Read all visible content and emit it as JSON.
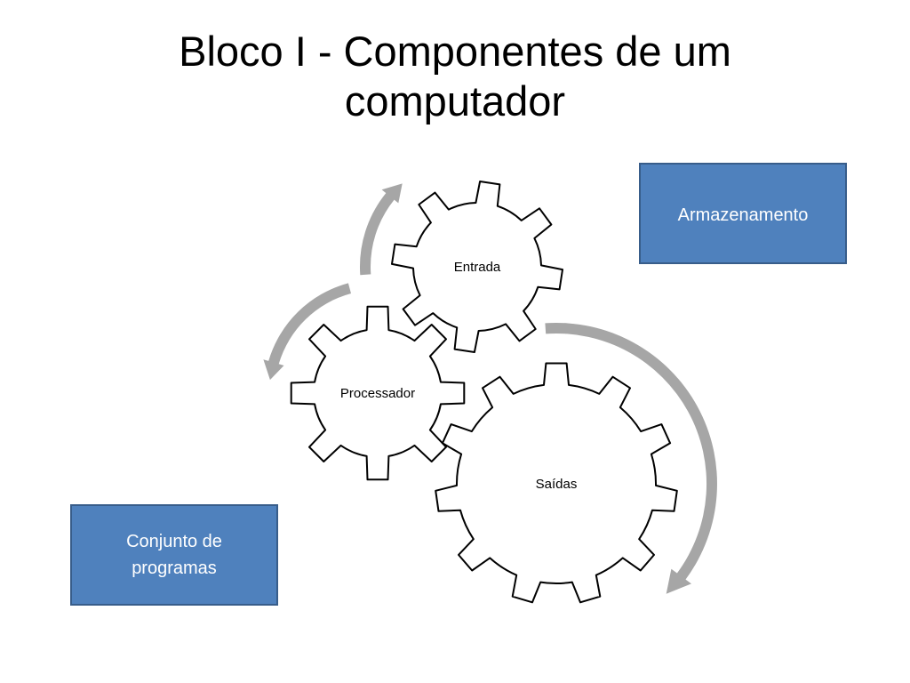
{
  "slide": {
    "title_line1": "Bloco I  - Componentes de um",
    "title_line2": "computador"
  },
  "gears": {
    "input": "Entrada",
    "processor": "Processador",
    "output": "Saídas"
  },
  "boxes": {
    "storage": "Armazenamento",
    "programs_line1": "Conjunto de",
    "programs_line2": "programas"
  },
  "colors": {
    "box_fill": "#4f81bd",
    "box_border": "#385d8a",
    "arrow": "#a6a6a6",
    "gear_stroke": "#000000"
  }
}
